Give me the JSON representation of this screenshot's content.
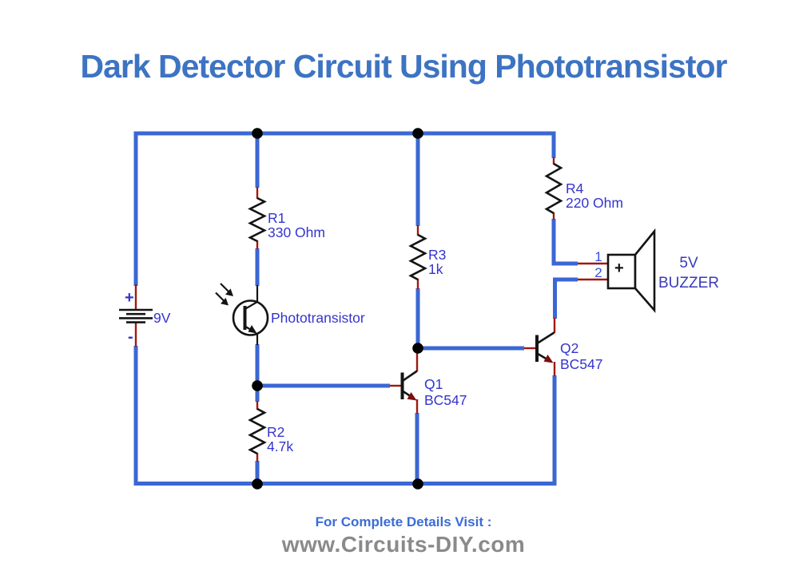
{
  "title": "Dark Detector Circuit Using Phototransistor",
  "colors": {
    "titlecolor": "#3D73C3",
    "wire": "#3B67D3",
    "pin": "#9E1A10",
    "component": "#141414",
    "arrowred": "#7E0E0E",
    "junction": "#000000",
    "label": "#3434CE",
    "pinnum": "#2E52E2",
    "buzzerlabel": "#3A3AB8",
    "footerlink": "#3A6CD8",
    "footersite": "#8A8A8A"
  },
  "circuit": {
    "battery": {
      "plus": "+",
      "minus": "-",
      "label": "9V"
    },
    "r1": {
      "ref": "R1",
      "value": "330 Ohm"
    },
    "r2": {
      "ref": "R2",
      "value": "4.7k"
    },
    "r3": {
      "ref": "R3",
      "value": "1k"
    },
    "r4": {
      "ref": "R4",
      "value": "220 Ohm"
    },
    "phototransistor": {
      "label": "Phototransistor"
    },
    "q1": {
      "ref": "Q1",
      "value": "BC547"
    },
    "q2": {
      "ref": "Q2",
      "value": "BC547"
    },
    "buzzer": {
      "pin1": "1",
      "pin2": "2",
      "polarity": "+",
      "label_line1": "5V",
      "label_line2": "BUZZER"
    }
  },
  "footer": {
    "visit_text": "For Complete Details Visit :",
    "website": "www.Circuits-DIY.com"
  }
}
